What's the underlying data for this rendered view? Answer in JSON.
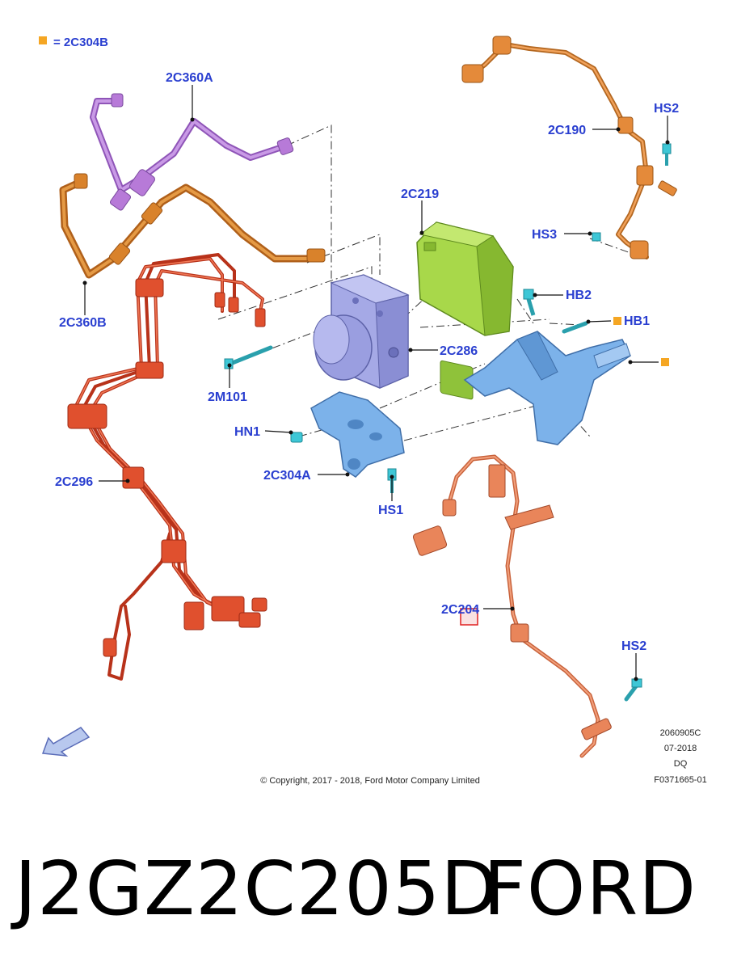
{
  "legend": {
    "text": "= 2C304B",
    "marker_color": "#f5a623"
  },
  "labels": {
    "l2C360A": "2C360A",
    "l2C360B": "2C360B",
    "l2C190": "2C190",
    "lHS2a": "HS2",
    "lHS3": "HS3",
    "l2C219": "2C219",
    "lHB2": "HB2",
    "lHB1": "HB1",
    "l2C286": "2C286",
    "l2M101": "2M101",
    "lHN1": "HN1",
    "l2C304A": "2C304A",
    "lHS1": "HS1",
    "l2C296": "2C296",
    "l2C204": "2C204",
    "lHS2b": "HS2"
  },
  "metadata": {
    "line1": "2060905C",
    "line2": "07-2018",
    "line3": "DQ",
    "line4": "F0371665-01"
  },
  "copyright": "© Copyright, 2017 - 2018, Ford Motor Company Limited",
  "footer": {
    "part_number": "J2GZ2C205D",
    "brand": "FORD"
  },
  "colors": {
    "label_blue": "#2a3fd0",
    "marker_orange": "#f5a623",
    "tube_purple": "#b77ad8",
    "tube_orange": "#d9822b",
    "harness_red": "#e0502e",
    "sensor_orange": "#e9855a",
    "module_green": "#9ccc3c",
    "hcu_lavender": "#9a9ee0",
    "bracket_blue": "#6fa6e0",
    "fastener_teal": "#3ec7d6",
    "highlight_red": "#e02020"
  }
}
